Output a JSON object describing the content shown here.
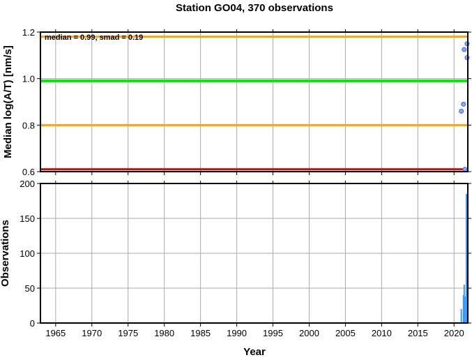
{
  "chart_data": [
    {
      "type": "scatter",
      "title": "Station GO04, 370 observations",
      "ylabel": "Median log(A/T) [nm/s]",
      "xlim": [
        1962.9,
        2021.9
      ],
      "ylim": [
        0.6,
        1.2
      ],
      "yticks": [
        0.6,
        0.8,
        1.0,
        1.2
      ],
      "ytick_labels": [
        "0.6",
        "0.8",
        "1.0",
        "1.2"
      ],
      "annotation": "median = 0.99, smad = 0.19",
      "hlines": [
        {
          "y": 1.18,
          "color": "#ffa500"
        },
        {
          "y": 0.99,
          "color": "#00ee00"
        },
        {
          "y": 0.8,
          "color": "#ffa500"
        },
        {
          "y": 0.61,
          "color": "#ee0000"
        }
      ],
      "points": [
        {
          "x": 2021.8,
          "y": 1.15
        },
        {
          "x": 2021.4,
          "y": 1.125
        },
        {
          "x": 2021.9,
          "y": 1.09
        },
        {
          "x": 2021.3,
          "y": 0.89
        },
        {
          "x": 2021.0,
          "y": 0.86
        },
        {
          "x": 2021.5,
          "y": 0.61
        }
      ],
      "grid": true
    },
    {
      "type": "bar",
      "xlabel": "Year",
      "ylabel": "Observations",
      "xlim": [
        1962.9,
        2021.9
      ],
      "ylim": [
        0,
        200
      ],
      "yticks": [
        0,
        50,
        100,
        150,
        200
      ],
      "ytick_labels": [
        "0",
        "50",
        "100",
        "150",
        "200"
      ],
      "xticks": [
        1965,
        1970,
        1975,
        1980,
        1985,
        1990,
        1995,
        2000,
        2005,
        2010,
        2015,
        2020
      ],
      "xtick_labels": [
        "1965",
        "1970",
        "1975",
        "1980",
        "1985",
        "1990",
        "1995",
        "2000",
        "2005",
        "2010",
        "2015",
        "2020"
      ],
      "bars": [
        {
          "x": 2021.0,
          "y": 20
        },
        {
          "x": 2021.3,
          "y": 40
        },
        {
          "x": 2021.4,
          "y": 55
        },
        {
          "x": 2021.5,
          "y": 38
        },
        {
          "x": 2021.75,
          "y": 185
        },
        {
          "x": 2021.85,
          "y": 30
        }
      ],
      "color": "#3399ff",
      "grid": true
    }
  ]
}
